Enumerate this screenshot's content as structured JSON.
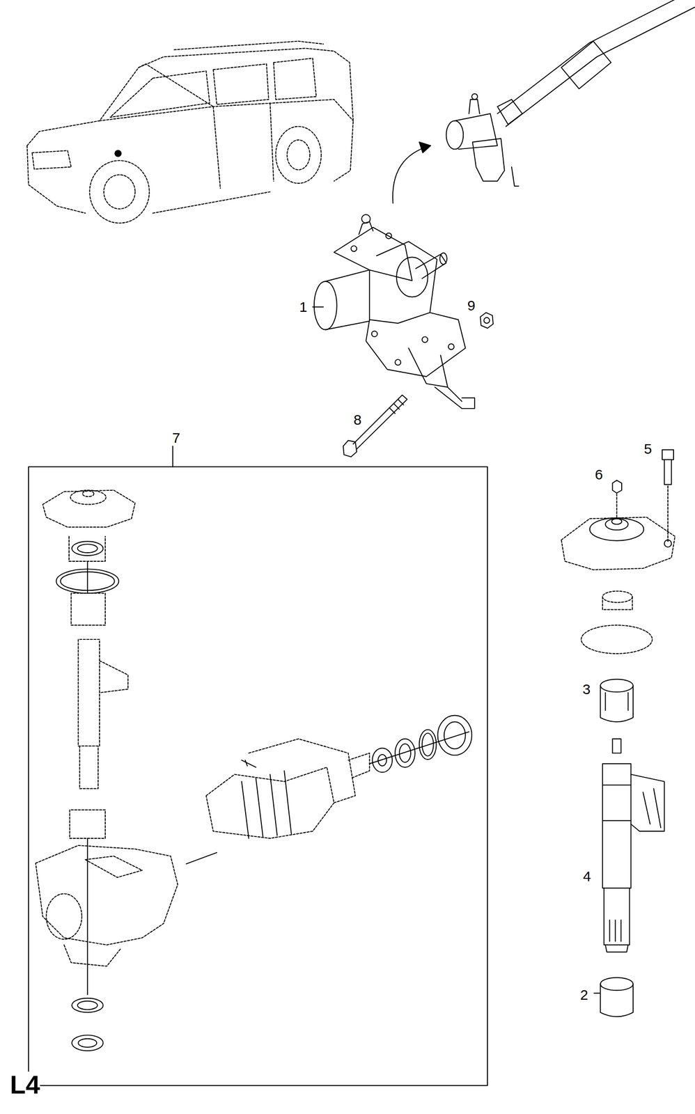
{
  "diagram": {
    "labels": [
      "1",
      "9",
      "8",
      "7",
      "5",
      "6",
      "3",
      "4",
      "2",
      "L4"
    ]
  }
}
